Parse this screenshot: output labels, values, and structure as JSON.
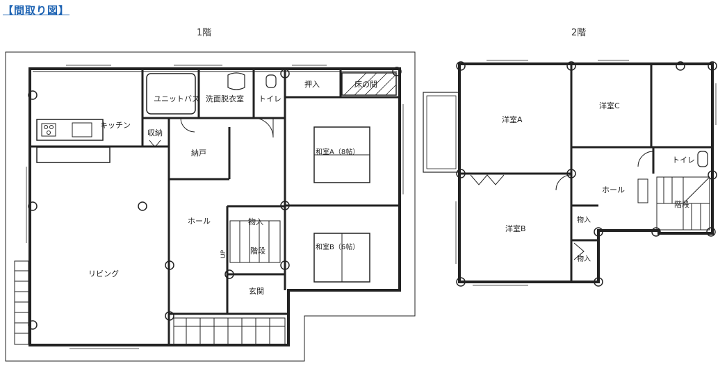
{
  "header": {
    "title": "【間取り図】"
  },
  "floors": {
    "first": {
      "title": "1階",
      "rooms": {
        "unit_bath": "ユニットバス",
        "washroom": "洗面脱衣室",
        "toilet": "トイレ",
        "oshiire": "押入",
        "tokonoma": "床の間",
        "kitchen": "キッチン",
        "storage": "収納",
        "nando": "納戸",
        "washitsu_a": "和室A（8帖）",
        "hall": "ホール",
        "closet": "物入",
        "stairs": "階段",
        "up": "UP",
        "washitsu_b": "和室B（6帖）",
        "living": "リビング",
        "entrance": "玄関"
      }
    },
    "second": {
      "title": "2階",
      "rooms": {
        "room_a": "洋室A",
        "room_c": "洋室C",
        "toilet": "トイレ",
        "hall": "ホール",
        "stairs": "階段",
        "room_b": "洋室B",
        "closet_1": "物入",
        "closet_2": "物入"
      }
    }
  }
}
